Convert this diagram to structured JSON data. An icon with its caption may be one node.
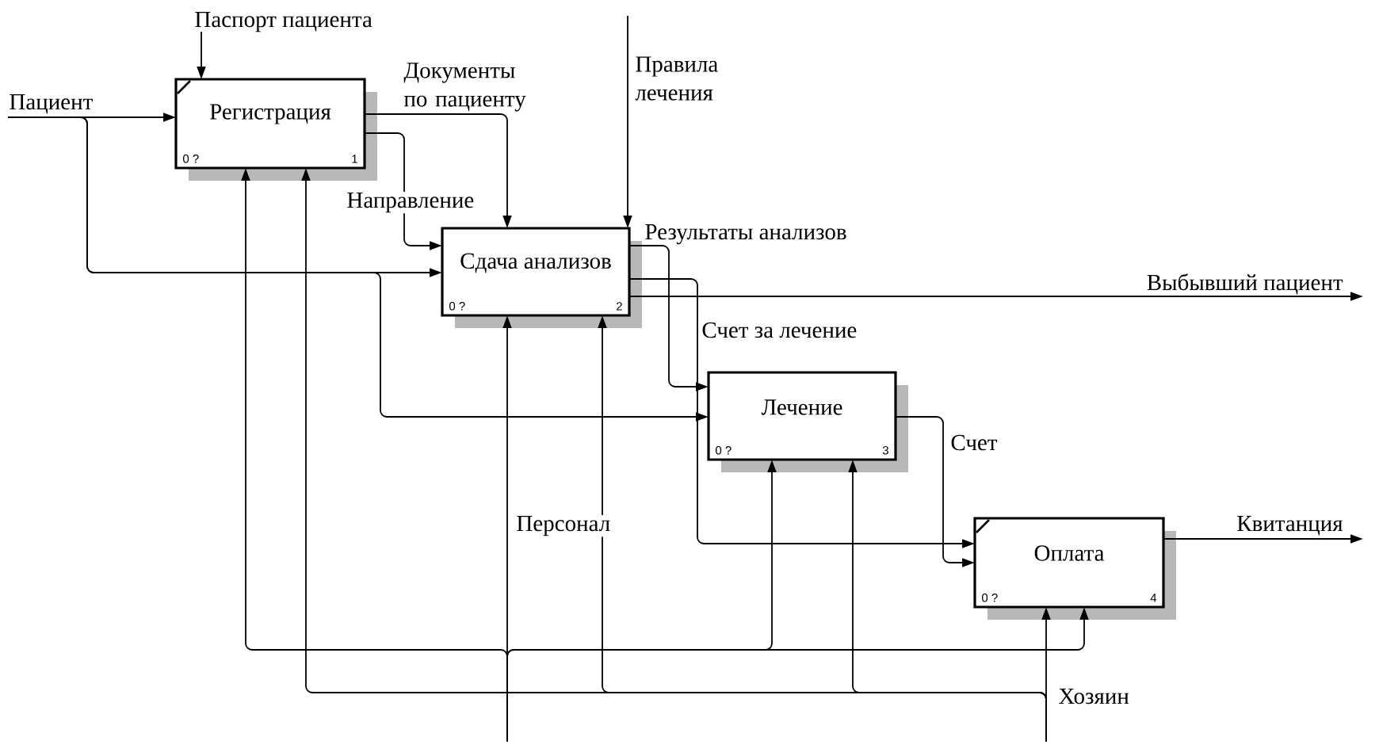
{
  "diagram": {
    "nodes": [
      {
        "text": [
          "Регистрация",
          "0 ?",
          "1"
        ]
      },
      {
        "text": [
          "Сдача анализов",
          "0 ?",
          "2"
        ]
      },
      {
        "text": [
          "Лечение",
          "0 ?",
          "3"
        ]
      },
      {
        "text": [
          "Оплата",
          "0 ?",
          "4"
        ]
      }
    ],
    "edges": [
      {
        "from": null,
        "to": 0,
        "arrow": "to",
        "label": "Паспорт пациента"
      },
      {
        "from": null,
        "to": 0,
        "arrow": "to",
        "label": "Пациент"
      },
      {
        "from": null,
        "to": 1,
        "arrow": "to"
      },
      {
        "from": null,
        "to": 2,
        "arrow": "to"
      },
      {
        "from": 0,
        "to": 1,
        "arrow": "to",
        "label": "Документы по пациенту"
      },
      {
        "from": 0,
        "to": 1,
        "arrow": "to",
        "label": "Направление"
      },
      {
        "from": null,
        "to": 1,
        "arrow": "to",
        "label": "Правила лечения"
      },
      {
        "from": 1,
        "to": 2,
        "arrow": "to",
        "label": "Результаты анализов"
      },
      {
        "from": 1,
        "to": 3,
        "arrow": "to",
        "label": "Счет за лечение"
      },
      {
        "from": 1,
        "to": null,
        "arrow": "to",
        "label": "Выбывший пациент"
      },
      {
        "from": 2,
        "to": 3,
        "arrow": "to",
        "label": "Счет"
      },
      {
        "from": 3,
        "to": null,
        "arrow": "to",
        "label": "Квитанция"
      },
      {
        "from": null,
        "to": 1,
        "arrow": "to",
        "label": "Персонал"
      },
      {
        "from": null,
        "to": 0,
        "arrow": "to"
      },
      {
        "from": null,
        "to": 2,
        "arrow": "to"
      },
      {
        "from": null,
        "to": 3,
        "arrow": "to"
      },
      {
        "from": null,
        "to": 3,
        "arrow": "to",
        "label": "Хозяин"
      },
      {
        "from": null,
        "to": 0,
        "arrow": "to"
      },
      {
        "from": null,
        "to": 1,
        "arrow": "to"
      },
      {
        "from": null,
        "to": 2,
        "arrow": "to"
      }
    ]
  }
}
